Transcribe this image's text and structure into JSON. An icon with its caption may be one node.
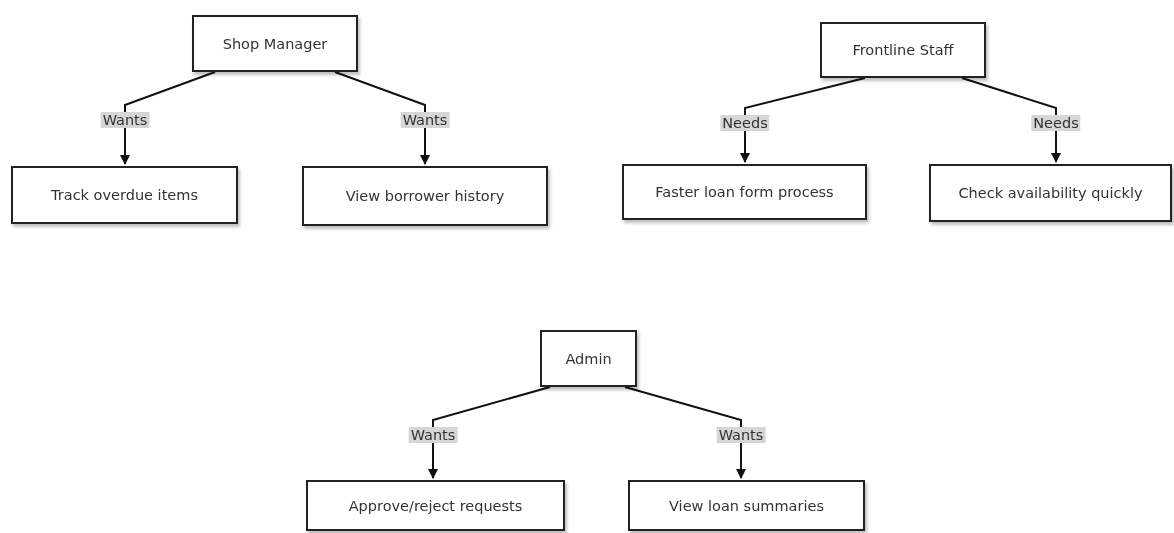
{
  "diagram": {
    "nodes": [
      {
        "text": [
          "Shop Manager"
        ]
      },
      {
        "text": [
          "Track overdue items"
        ]
      },
      {
        "text": [
          "View borrower history"
        ]
      },
      {
        "text": [
          "Frontline Staff"
        ]
      },
      {
        "text": [
          "Faster loan form process"
        ]
      },
      {
        "text": [
          "Check availability quickly"
        ]
      },
      {
        "text": [
          "Admin"
        ]
      },
      {
        "text": [
          "Approve/reject requests"
        ]
      },
      {
        "text": [
          "View loan summaries"
        ]
      }
    ],
    "edges": [
      {
        "from": 0,
        "to": 1,
        "arrow": "to",
        "label": "Wants"
      },
      {
        "from": 0,
        "to": 2,
        "arrow": "to",
        "label": "Wants"
      },
      {
        "from": 3,
        "to": 4,
        "arrow": "to",
        "label": "Needs"
      },
      {
        "from": 3,
        "to": 5,
        "arrow": "to",
        "label": "Needs"
      },
      {
        "from": 6,
        "to": 7,
        "arrow": "to",
        "label": "Wants"
      },
      {
        "from": 6,
        "to": 8,
        "arrow": "to",
        "label": "Wants"
      }
    ]
  }
}
